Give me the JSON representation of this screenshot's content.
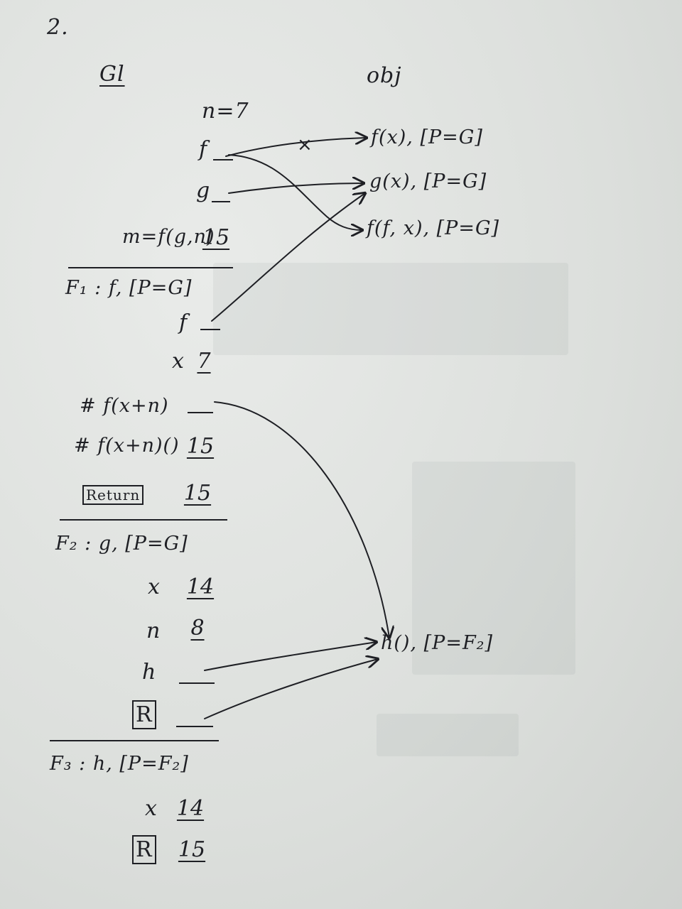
{
  "problem_number": "2.",
  "global_frame_label": "Gl",
  "objects_label": "obj",
  "global_frame": {
    "bindings": [
      {
        "name": "n=7",
        "value": ""
      },
      {
        "name": "f",
        "value": ""
      },
      {
        "name": "g",
        "value": ""
      },
      {
        "name": "m=f(g,n)",
        "value": "15"
      }
    ]
  },
  "objects": [
    {
      "label": "f(x), [P=G]",
      "crossed_out_pointer": "×"
    },
    {
      "label": "g(x), [P=G]"
    },
    {
      "label": "f(f, x), [P=G]"
    },
    {
      "label": "h(), [P=F₂]"
    }
  ],
  "frames": [
    {
      "title": "F₁ : f, [P=G]",
      "bindings": [
        {
          "name": "f",
          "value": ""
        },
        {
          "name": "x",
          "value": "7"
        },
        {
          "name": "# f(x+n)",
          "value": ""
        },
        {
          "name": "# f(x+n)()",
          "value": "15"
        },
        {
          "name": "Return",
          "value": "15"
        }
      ]
    },
    {
      "title": "F₂ : g, [P=G]",
      "bindings": [
        {
          "name": "x",
          "value": "14"
        },
        {
          "name": "n",
          "value": "8"
        },
        {
          "name": "h",
          "value": ""
        },
        {
          "name": "R",
          "value": ""
        }
      ]
    },
    {
      "title": "F₃ : h, [P=F₂]",
      "bindings": [
        {
          "name": "x",
          "value": "14"
        },
        {
          "name": "R",
          "value": "15"
        }
      ]
    }
  ]
}
